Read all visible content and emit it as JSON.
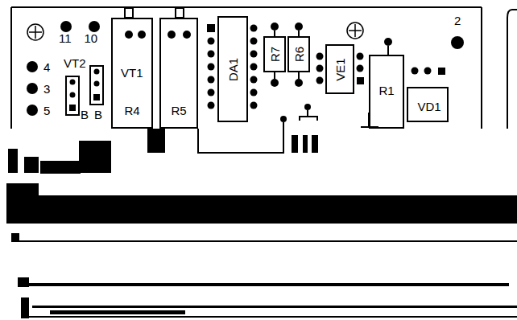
{
  "diagram": {
    "nodes": [
      {
        "text": [
          "VT1",
          "R4"
        ]
      },
      {
        "text": [
          "R5"
        ]
      },
      {
        "text": [
          "DA1"
        ]
      },
      {
        "text": [
          "R7"
        ]
      },
      {
        "text": [
          "R6"
        ]
      },
      {
        "text": [
          "VE1"
        ]
      },
      {
        "text": [
          "R1"
        ]
      },
      {
        "text": [
          "VD1"
        ]
      }
    ],
    "labels": [
      "11",
      "10",
      "2",
      "4",
      "3",
      "5",
      "VT2",
      "B",
      "B"
    ]
  }
}
